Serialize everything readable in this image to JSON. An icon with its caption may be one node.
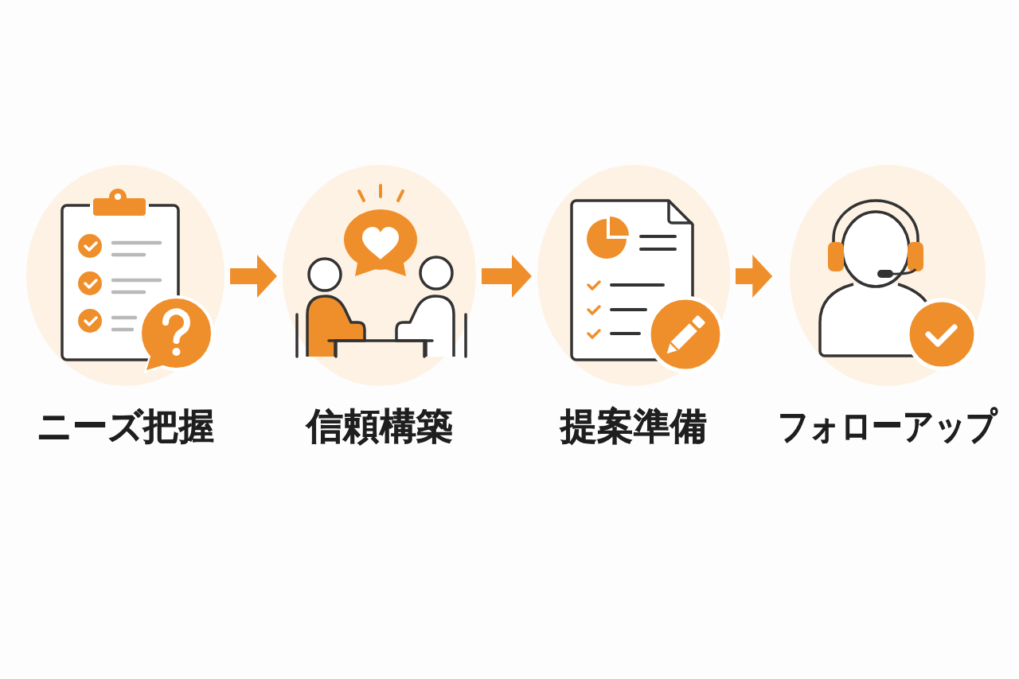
{
  "diagram": {
    "nodes": [
      {
        "text": [
          "ニーズ把握"
        ]
      },
      {
        "text": [
          "信頼構築"
        ]
      },
      {
        "text": [
          "提案準備"
        ]
      },
      {
        "text": [
          "フォローアップ"
        ]
      }
    ],
    "edges": [
      {
        "from": 0,
        "to": 1,
        "arrow": "to"
      },
      {
        "from": 1,
        "to": 2,
        "arrow": "to"
      },
      {
        "from": 2,
        "to": 3,
        "arrow": "to"
      }
    ]
  }
}
